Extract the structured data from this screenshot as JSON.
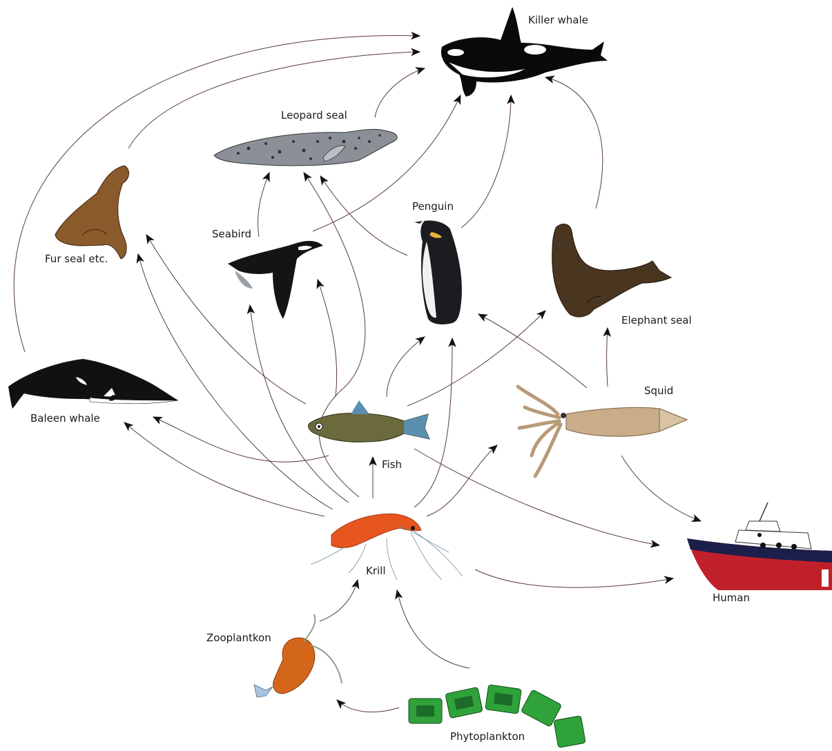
{
  "diagram": {
    "labels": {
      "killer_whale": "Killer whale",
      "leopard_seal": "Leopard seal",
      "penguin": "Penguin",
      "seabird": "Seabird",
      "fur_seal": "Fur seal etc.",
      "elephant_seal": "Elephant seal",
      "squid": "Squid",
      "baleen_whale": "Baleen whale",
      "fish": "Fish",
      "krill": "Krill",
      "human": "Human",
      "zooplankton": "Zooplantkon",
      "phytoplankton": "Phytoplankton"
    },
    "colors": {
      "arrow": "#5a3a34",
      "orca": "#0a0a0a",
      "leopard_seal": "#8a9096",
      "fur_seal": "#8b5a2b",
      "elephant_seal": "#4a3520",
      "fish": "#6b6a3c",
      "fish_fin": "#5b8fb0",
      "squid": "#c9ad8a",
      "krill": "#e8561f",
      "boat_hull": "#c0202a",
      "boat_deck": "#1c1f4a",
      "phytoplankton": "#2fa23a",
      "zooplankton": "#d4661a"
    },
    "food_links": [
      [
        "phytoplankton",
        "zooplankton"
      ],
      [
        "phytoplankton",
        "krill"
      ],
      [
        "zooplankton",
        "krill"
      ],
      [
        "krill",
        "fish"
      ],
      [
        "krill",
        "baleen_whale"
      ],
      [
        "krill",
        "fur_seal"
      ],
      [
        "krill",
        "seabird"
      ],
      [
        "krill",
        "leopard_seal"
      ],
      [
        "krill",
        "penguin"
      ],
      [
        "krill",
        "squid"
      ],
      [
        "krill",
        "human"
      ],
      [
        "fish",
        "baleen_whale"
      ],
      [
        "fish",
        "fur_seal"
      ],
      [
        "fish",
        "seabird"
      ],
      [
        "fish",
        "penguin"
      ],
      [
        "fish",
        "elephant_seal"
      ],
      [
        "fish",
        "human"
      ],
      [
        "squid",
        "elephant_seal"
      ],
      [
        "squid",
        "penguin"
      ],
      [
        "squid",
        "human"
      ],
      [
        "seabird",
        "leopard_seal"
      ],
      [
        "seabird",
        "killer_whale"
      ],
      [
        "penguin",
        "leopard_seal"
      ],
      [
        "penguin",
        "killer_whale"
      ],
      [
        "leopard_seal",
        "killer_whale"
      ],
      [
        "elephant_seal",
        "killer_whale"
      ],
      [
        "fur_seal",
        "killer_whale"
      ],
      [
        "baleen_whale",
        "killer_whale"
      ]
    ]
  }
}
